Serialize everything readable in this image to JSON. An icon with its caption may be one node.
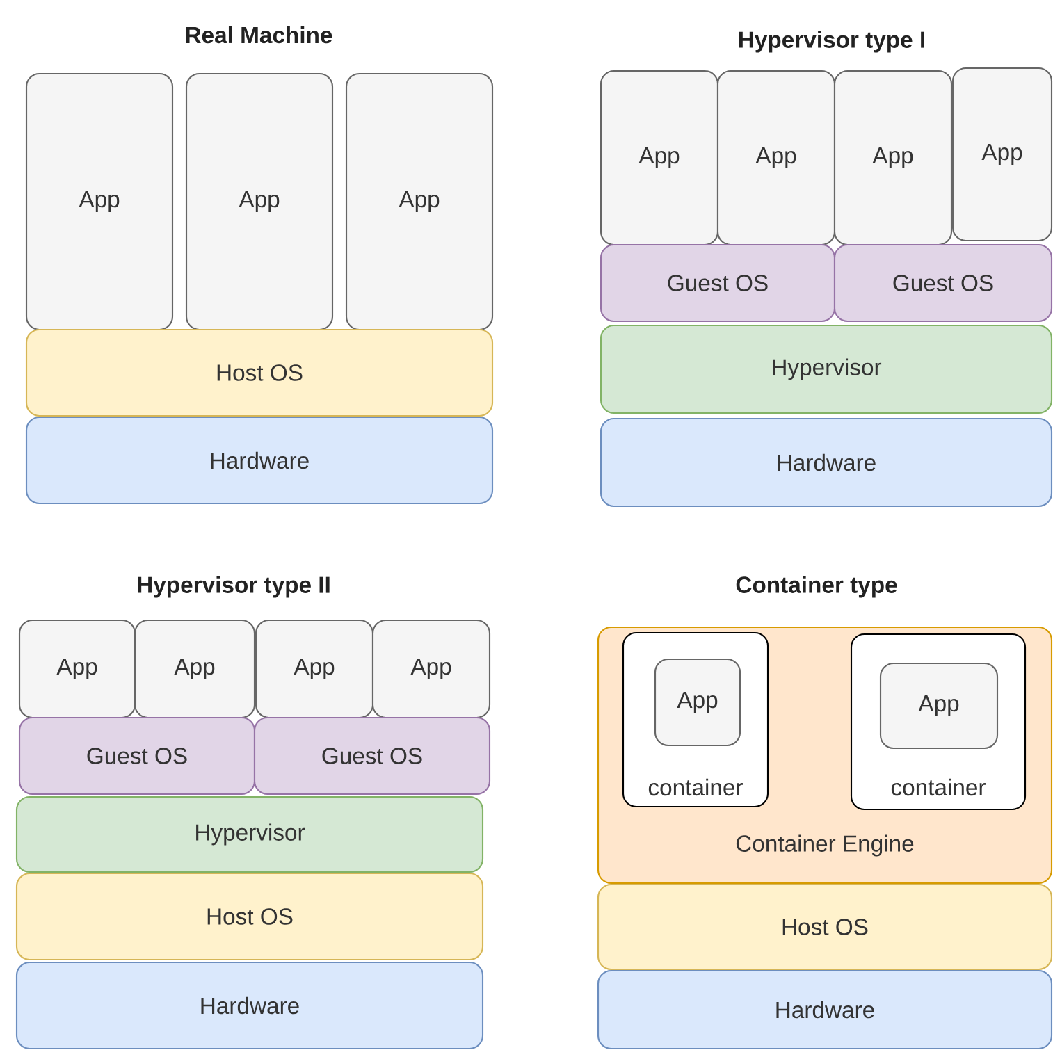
{
  "diagram": {
    "nodes": [
      {
        "text": [
          "App"
        ]
      },
      {
        "text": [
          "App"
        ]
      },
      {
        "text": [
          "App"
        ]
      },
      {
        "text": [
          "Host OS"
        ]
      },
      {
        "text": [
          "Hardware"
        ]
      },
      {
        "text": [
          "App"
        ]
      },
      {
        "text": [
          "App"
        ]
      },
      {
        "text": [
          "App"
        ]
      },
      {
        "text": [
          "App"
        ]
      },
      {
        "text": [
          "Guest OS"
        ]
      },
      {
        "text": [
          "Guest OS"
        ]
      },
      {
        "text": [
          "Hypervisor"
        ]
      },
      {
        "text": [
          "Hardware"
        ]
      },
      {
        "text": [
          "App"
        ]
      },
      {
        "text": [
          "App"
        ]
      },
      {
        "text": [
          "App"
        ]
      },
      {
        "text": [
          "App"
        ]
      },
      {
        "text": [
          "Guest OS"
        ]
      },
      {
        "text": [
          "Guest OS"
        ]
      },
      {
        "text": [
          "Hypervisor"
        ]
      },
      {
        "text": [
          "Host OS"
        ]
      },
      {
        "text": [
          "Hardware"
        ]
      },
      {
        "text": [
          "Container Engine"
        ]
      },
      {
        "text": [
          "container"
        ],
        "in": 22
      },
      {
        "text": [
          "App"
        ],
        "in": 23
      },
      {
        "text": [
          "container"
        ],
        "in": 22
      },
      {
        "text": [
          "App"
        ],
        "in": 25
      },
      {
        "text": [
          "Host OS"
        ]
      },
      {
        "text": [
          "Hardware"
        ]
      }
    ],
    "labels": [
      "Real Machine",
      "Hypervisor type I",
      "Hypervisor type II",
      "Container type"
    ]
  }
}
